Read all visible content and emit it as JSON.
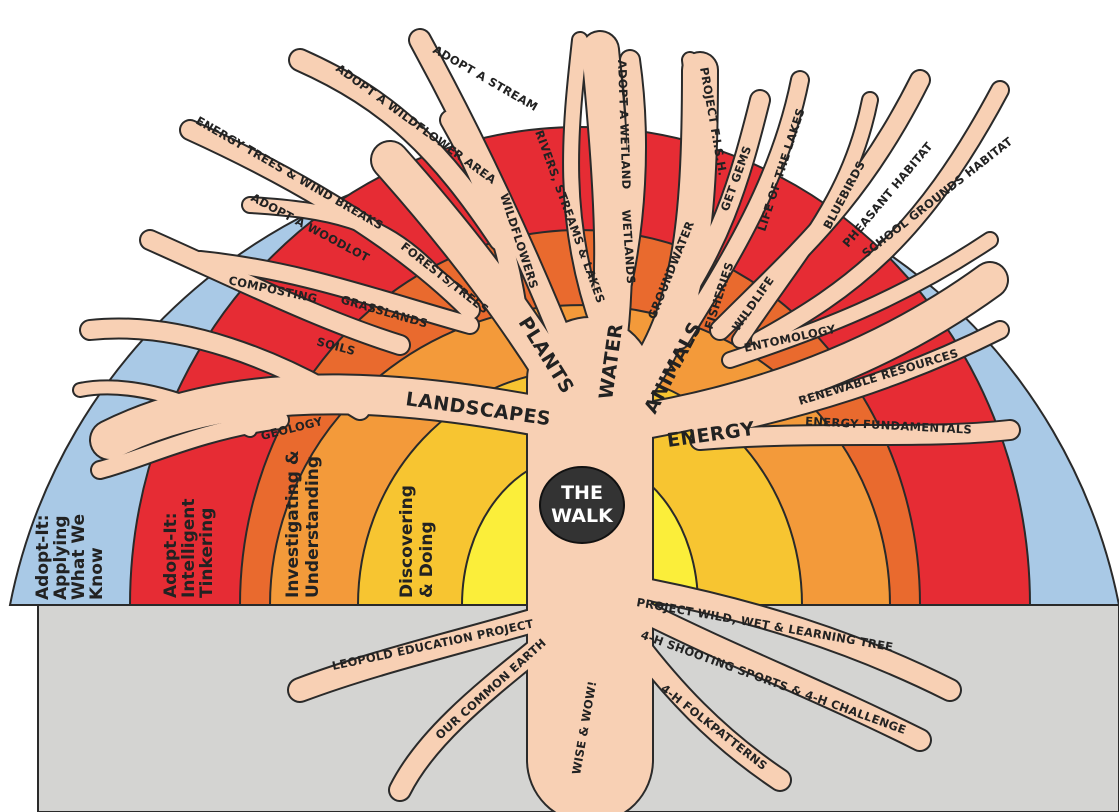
{
  "center": {
    "line1": "THE",
    "line2": "WALK"
  },
  "bands": {
    "sky": "Adopt-It: Applying What We Know",
    "red": "Adopt-It: Intelligent Tinkering",
    "orange": "Investigating & Understanding",
    "yellow": "Discovering & Doing"
  },
  "band_lines": {
    "sky": [
      "Adopt-It:",
      "Applying",
      "What We",
      "Know"
    ],
    "red": [
      "Adopt-It:",
      "Intelligent",
      "Tinkering"
    ],
    "orange": [
      "Investigating &",
      "Understanding"
    ],
    "yellow": [
      "Discovering",
      "& Doing"
    ]
  },
  "major_branches": {
    "landscapes": "LANDSCAPES",
    "plants": "PLANTS",
    "water": "WATER",
    "animals": "ANIMALS",
    "energy": "ENERGY"
  },
  "landscapes": {
    "soils": "SOILS",
    "geology": "GEOLOGY",
    "composting": "COMPOSTING",
    "grasslands": "GRASSLANDS"
  },
  "plants": {
    "energy_trees": "ENERGY TREES & WIND BREAKS",
    "adopt_woodlot": "ADOPT A WOODLOT",
    "forests_trees": "FORESTS/TREES",
    "adopt_wildflower": "ADOPT A WILDFLOWER AREA",
    "wildflowers": "WILDFLOWERS"
  },
  "water": {
    "adopt_stream": "ADOPT A STREAM",
    "rivers": "RIVERS, STREAMS & LAKES",
    "adopt_wetland": "ADOPT A WETLAND",
    "wetlands": "WETLANDS",
    "groundwater": "GROUNDWATER"
  },
  "animals": {
    "project_fish": "PROJECT F.I.S.H.",
    "get_gems": "GET GEMS",
    "life_lakes": "LIFE OF THE LAKES",
    "fisheries": "FISHERIES",
    "wildlife": "WILDLIFE",
    "bluebirds": "BLUEBIRDS",
    "pheasant": "PHEASANT HABITAT",
    "school_grounds": "SCHOOL GROUNDS HABITAT",
    "entomology": "ENTOMOLOGY"
  },
  "energy": {
    "renewable": "RENEWABLE RESOURCES",
    "fundamentals": "ENERGY FUNDAMENTALS"
  },
  "roots": {
    "leopold": "LEOPOLD EDUCATION PROJECT",
    "common_earth": "OUR COMMON EARTH",
    "wise_wow": "WISE & WOW!",
    "folkpatterns": "4-H FOLKPATTERNS",
    "shooting": "4-H SHOOTING SPORTS & 4-H CHALLENGE",
    "project_wild": "PROJECT WILD, WET & LEARNING TREE"
  },
  "colors": {
    "sky": "#a9c9e6",
    "red": "#e62c34",
    "orange_dark": "#e96a2e",
    "orange": "#f39a3a",
    "gold": "#f7c531",
    "yellow": "#fbee3a",
    "ground": "#d4d4d2",
    "tree": "#f8d0b4",
    "outline": "#2a2a2a",
    "center": "#333333"
  }
}
